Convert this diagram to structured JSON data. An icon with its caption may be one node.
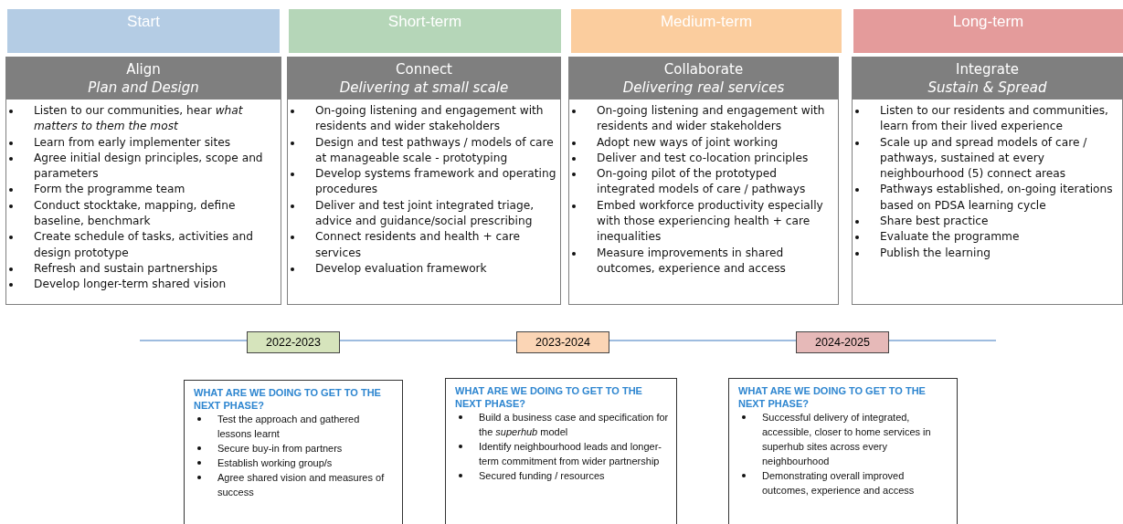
{
  "diagram": {
    "nodes": [
      {
        "text": [
          "Start"
        ]
      },
      {
        "text": [
          "Short-term"
        ]
      },
      {
        "text": [
          "Medium-term"
        ]
      },
      {
        "text": [
          "Long-term"
        ]
      },
      {
        "text": [
          "Align",
          "Plan and Design",
          "Listen to our communities, hear *what matters to them the most*",
          "Learn from early implementer sites",
          "Agree initial design principles, scope and parameters",
          "Form the programme team",
          "Conduct stocktake, mapping, define baseline, benchmark",
          "Create schedule of tasks, activities and design prototype",
          "Refresh and sustain partnerships",
          "Develop longer-term shared vision"
        ]
      },
      {
        "text": [
          "Connect",
          "Delivering at small scale",
          "On-going listening and engagement with residents and wider stakeholders",
          "Design and test pathways / models of care at manageable scale - prototyping",
          "Develop systems framework and operating procedures",
          "Deliver and test joint integrated triage, advice and guidance/social prescribing",
          "Connect residents and health + care services",
          "Develop evaluation framework"
        ]
      },
      {
        "text": [
          "Collaborate",
          "Delivering real services",
          "On-going listening and engagement with residents and wider stakeholders",
          "Adopt new ways of joint working",
          "Deliver and test co-location principles",
          "On-going pilot of the prototyped integrated models of care / pathways",
          "Embed workforce productivity especially with those experiencing health + care inequalities",
          "Measure improvements in shared outcomes, experience and access"
        ]
      },
      {
        "text": [
          "Integrate",
          "Sustain & Spread",
          "Listen to our residents and communities, learn from their lived experience",
          "Scale up and spread models of care / pathways, sustained at every neighbourhood (5) connect areas",
          "Pathways established, on-going iterations based on PDSA learning cycle",
          "Share best practice",
          "Evaluate the programme",
          "Publish the learning"
        ]
      },
      {
        "text": [
          "2022-2023"
        ]
      },
      {
        "text": [
          "2023-2024"
        ]
      },
      {
        "text": [
          "2024-2025"
        ]
      },
      {
        "text": [
          "WHAT ARE WE DOING TO GET TO THE NEXT PHASE?",
          "Test the approach and gathered lessons learnt",
          "Secure buy-in from partners",
          "Establish working group/s",
          "Agree shared vision and measures of success"
        ]
      },
      {
        "text": [
          "WHAT ARE WE DOING TO GET TO THE NEXT PHASE?",
          "Build a business case and specification for the *superhub* model",
          "Identify neighbourhood leads and longer-term commitment from wider partnership",
          "Secured funding / resources"
        ]
      },
      {
        "text": [
          "WHAT ARE WE DOING TO GET TO THE NEXT PHASE?",
          "Successful delivery of integrated, accessible, closer to home services in superhub sites across every neighbourhood",
          "Demonstrating overall improved outcomes, experience and access"
        ]
      }
    ]
  }
}
